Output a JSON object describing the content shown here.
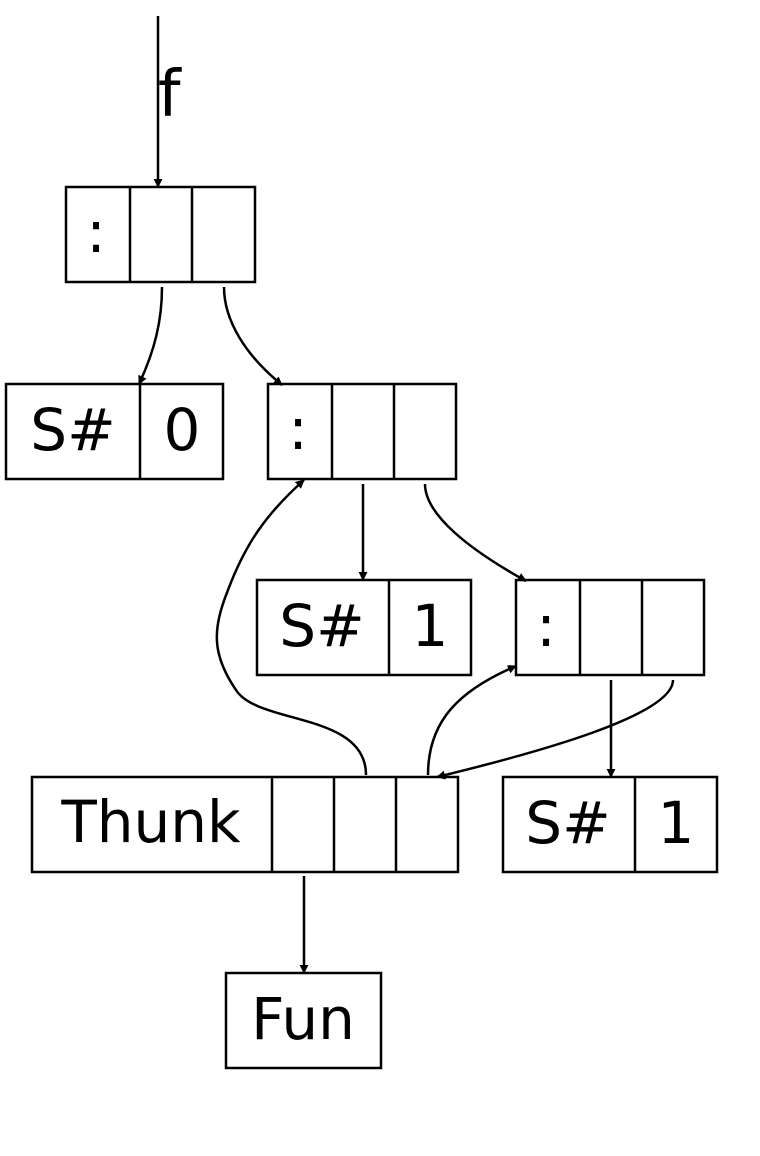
{
  "diagram": {
    "root_label": "f",
    "cons_label": ":",
    "nodes": {
      "cons_1": {
        "tag": ":"
      },
      "s_0": {
        "tag": "S#",
        "value": "0"
      },
      "cons_2": {
        "tag": ":"
      },
      "s_1a": {
        "tag": "S#",
        "value": "1"
      },
      "cons_3": {
        "tag": ":"
      },
      "thunk": {
        "tag": "Thunk"
      },
      "s_1b": {
        "tag": "S#",
        "value": "1"
      },
      "fun": {
        "tag": "Fun"
      }
    }
  }
}
